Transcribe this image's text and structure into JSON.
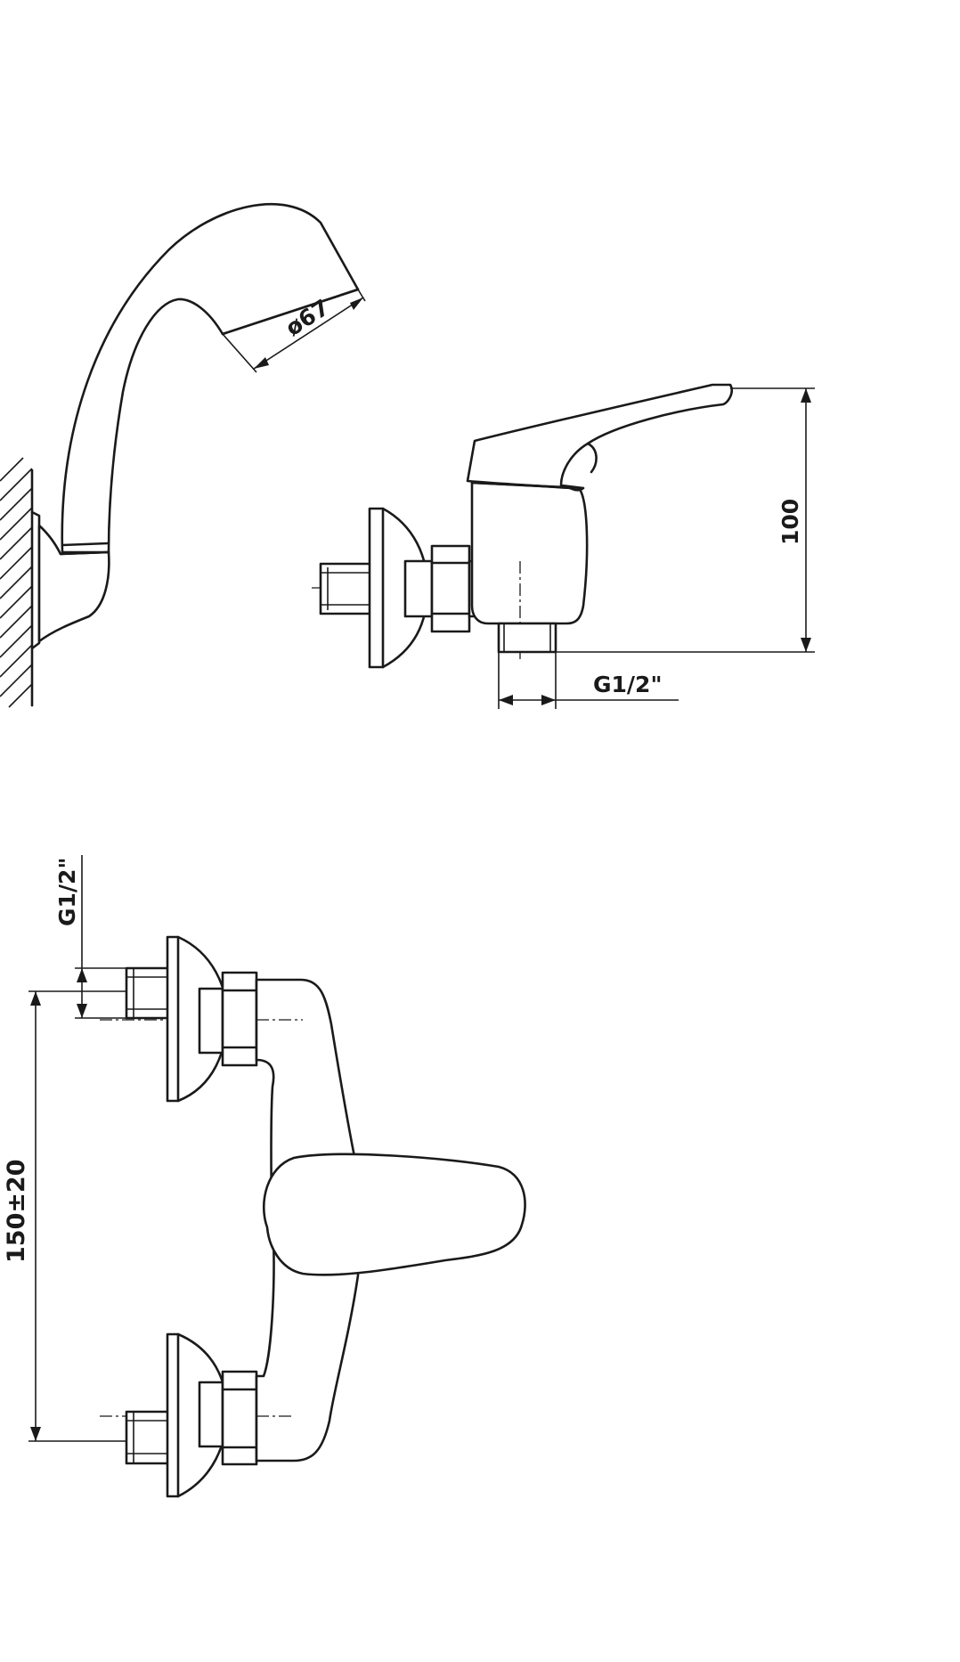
{
  "labels": {
    "shower_head_diameter": "ø67",
    "height": "100",
    "outlet_thread": "G1/2\"",
    "inlet_thread": "G1/2\"",
    "connection_spacing": "150±20"
  }
}
